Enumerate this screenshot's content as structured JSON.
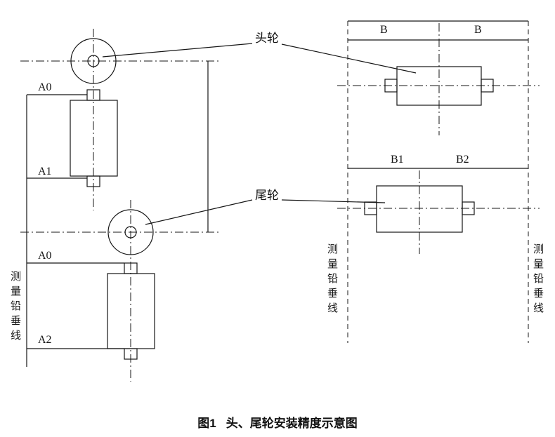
{
  "figure": {
    "caption_prefix": "图1",
    "caption_title": "头、尾轮安装精度示意图"
  },
  "labels": {
    "head_wheel": "头轮",
    "tail_wheel": "尾轮",
    "a0_top": "A0",
    "a1": "A1",
    "a0_bottom": "A0",
    "a2": "A2",
    "b_left": "B",
    "b_right": "B",
    "b1": "B1",
    "b2": "B2",
    "plumb_line_left": "测量铅垂线",
    "plumb_line_middle": "测量铅垂线",
    "plumb_line_right": "测量铅垂线"
  },
  "colors": {
    "ink": "#161616",
    "background": "#ffffff"
  }
}
